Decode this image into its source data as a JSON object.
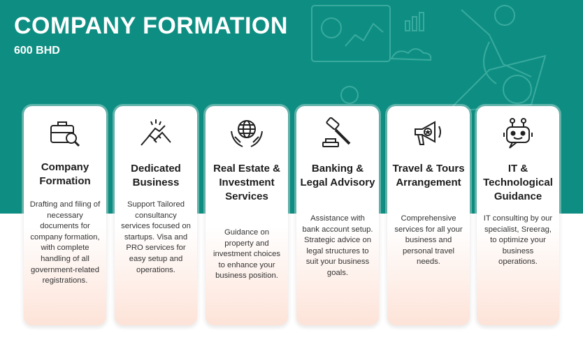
{
  "header": {
    "title": "COMPANY FORMATION",
    "price": "600 BHD"
  },
  "cards": [
    {
      "icon": "briefcase-search-icon",
      "title": "Company Formation",
      "description": "Drafting and filing of necessary documents for company formation, with complete handling of all government-related registrations."
    },
    {
      "icon": "handshake-icon",
      "title": "Dedicated Business",
      "description": "Support Tailored consultancy services focused on startups. Visa and PRO services for easy setup and operations."
    },
    {
      "icon": "globe-in-hands-icon",
      "title": "Real Estate & Investment Services",
      "description": "Guidance on property and investment choices to enhance your business position."
    },
    {
      "icon": "gavel-icon",
      "title": "Banking & Legal Advisory",
      "description": "Assistance with bank account setup. Strategic advice on legal structures to suit your business goals."
    },
    {
      "icon": "megaphone-icon",
      "title": "Travel & Tours Arrangement",
      "description": "Comprehensive services for all your business and personal travel needs."
    },
    {
      "icon": "robot-icon",
      "title": "IT & Technological Guidance",
      "description": "IT consulting by our specialist, Sreerag, to optimize your business operations."
    }
  ],
  "colors": {
    "banner": "#0e8e82",
    "card_gradient_end": "#fde3d8"
  }
}
